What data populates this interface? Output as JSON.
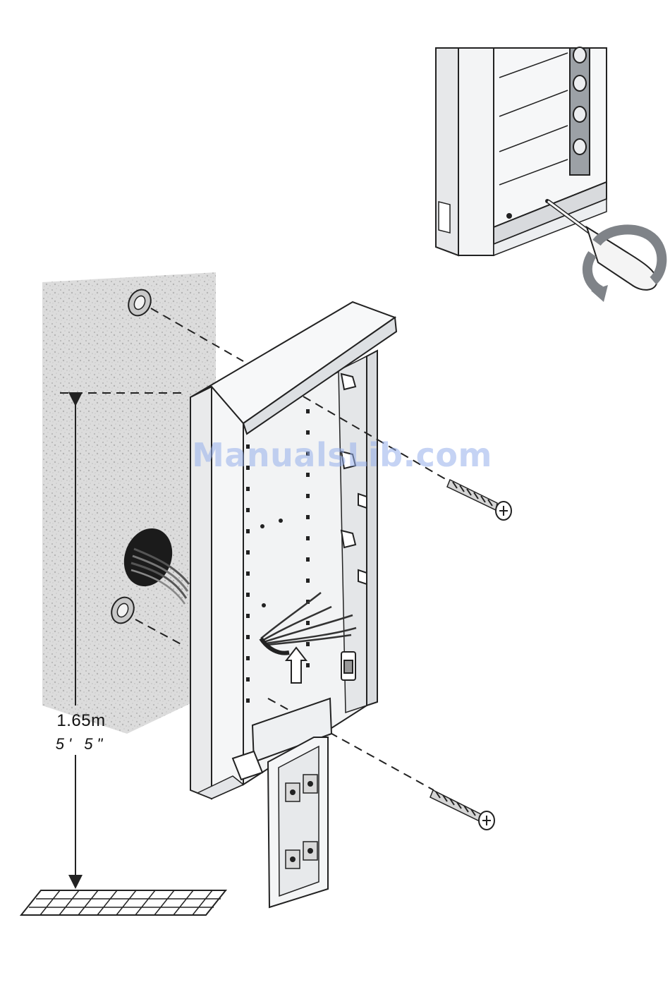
{
  "figure": {
    "height_metric": "1.65m",
    "height_imperial": "5' 5\"",
    "watermark": "ManualsLib.com"
  },
  "colors": {
    "line": "#222222",
    "wall_texture": "#d7d7d7",
    "panel_fill": "#f2f3f4",
    "shadow": "#bfc2c6",
    "watermark": "#96afeb"
  },
  "icons": [
    "wall-plug-icon",
    "screw-icon",
    "screwdriver-icon",
    "rotate-arrow-icon",
    "up-arrow-icon"
  ]
}
